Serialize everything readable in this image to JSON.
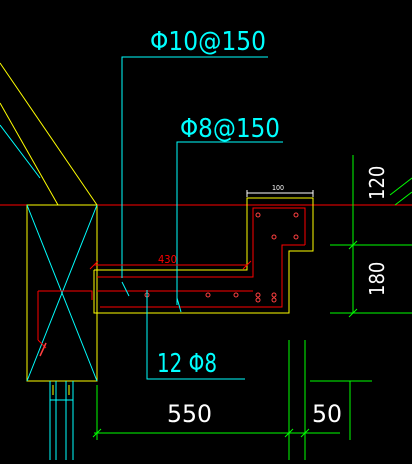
{
  "labels": {
    "top_bar_spec": "Φ10@150",
    "mid_bar_spec": "Φ8@150",
    "bottom_bar_spec": "12 Φ8",
    "dim_430": "430",
    "dim_100": "100",
    "dim_120": "120",
    "dim_180": "180",
    "dim_550": "550",
    "dim_50": "50"
  },
  "colors": {
    "background": "#000000",
    "cyan": "#00ffff",
    "yellow": "#ffff00",
    "red": "#ff0000",
    "green": "#00ff00",
    "white": "#ffffff",
    "dark_red": "#b00000"
  }
}
